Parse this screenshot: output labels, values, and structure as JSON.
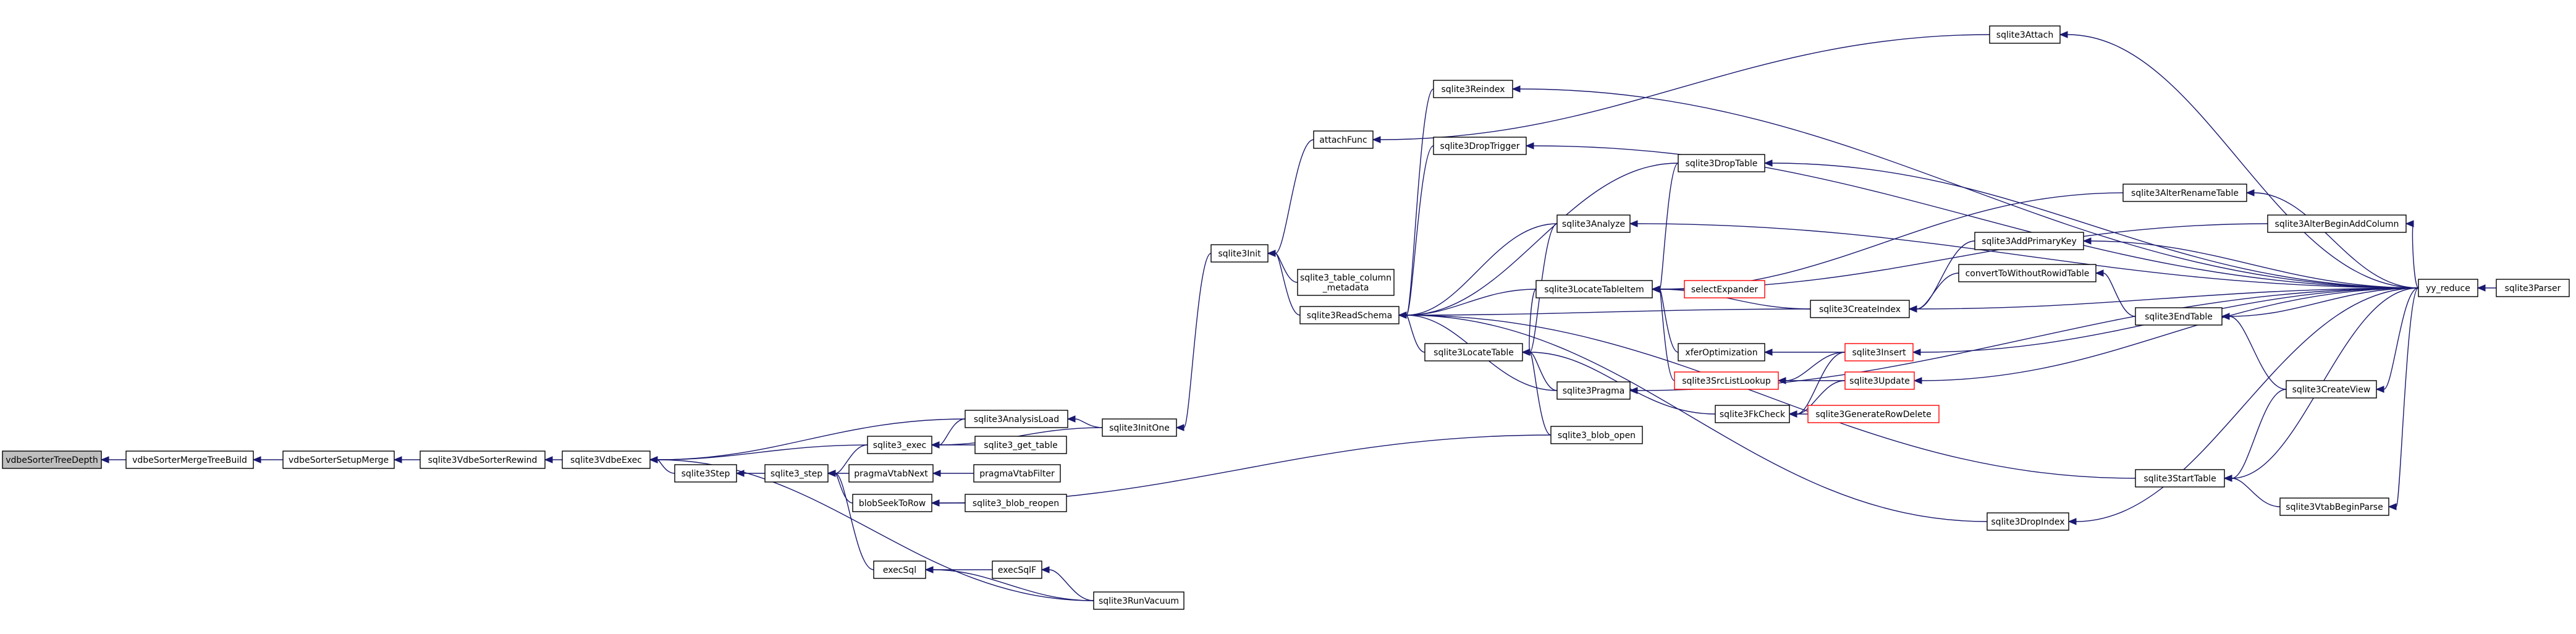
{
  "graph": {
    "root": "vdbeSorterTreeDepth",
    "colors": {
      "edge": "#191970",
      "root_fill": "#bfbfbf",
      "node_border": "#000000",
      "red_border": "#ff0000"
    },
    "nodes": [
      {
        "id": "vdbeSorterTreeDepth",
        "label": [
          "vdbeSorterTreeDepth"
        ]
      },
      {
        "id": "vdbeSorterMergeTreeBuild",
        "label": [
          "vdbeSorterMergeTreeBuild"
        ]
      },
      {
        "id": "vdbeSorterSetupMerge",
        "label": [
          "vdbeSorterSetupMerge"
        ]
      },
      {
        "id": "sqlite3VdbeSorterRewind",
        "label": [
          "sqlite3VdbeSorterRewind"
        ]
      },
      {
        "id": "sqlite3VdbeExec",
        "label": [
          "sqlite3VdbeExec"
        ]
      },
      {
        "id": "sqlite3Step",
        "label": [
          "sqlite3Step"
        ]
      },
      {
        "id": "sqlite3_step",
        "label": [
          "sqlite3_step"
        ]
      },
      {
        "id": "sqlite3_exec",
        "label": [
          "sqlite3_exec"
        ]
      },
      {
        "id": "sqlite3AnalysisLoad",
        "label": [
          "sqlite3AnalysisLoad"
        ]
      },
      {
        "id": "pragmaVtabNext",
        "label": [
          "pragmaVtabNext"
        ]
      },
      {
        "id": "blobSeekToRow",
        "label": [
          "blobSeekToRow"
        ]
      },
      {
        "id": "execSql",
        "label": [
          "execSql"
        ]
      },
      {
        "id": "sqlite3_get_table",
        "label": [
          "sqlite3_get_table"
        ]
      },
      {
        "id": "pragmaVtabFilter",
        "label": [
          "pragmaVtabFilter"
        ]
      },
      {
        "id": "sqlite3_blob_reopen",
        "label": [
          "sqlite3_blob_reopen"
        ]
      },
      {
        "id": "execSqlF",
        "label": [
          "execSqlF"
        ]
      },
      {
        "id": "sqlite3RunVacuum",
        "label": [
          "sqlite3RunVacuum"
        ]
      },
      {
        "id": "sqlite3InitOne",
        "label": [
          "sqlite3InitOne"
        ]
      },
      {
        "id": "sqlite3Init",
        "label": [
          "sqlite3Init"
        ]
      },
      {
        "id": "attachFunc",
        "label": [
          "attachFunc"
        ]
      },
      {
        "id": "sqlite3_table_column_metadata",
        "label": [
          "sqlite3_table_column",
          "_metadata"
        ]
      },
      {
        "id": "sqlite3ReadSchema",
        "label": [
          "sqlite3ReadSchema"
        ]
      },
      {
        "id": "sqlite3Reindex",
        "label": [
          "sqlite3Reindex"
        ]
      },
      {
        "id": "sqlite3DropTrigger",
        "label": [
          "sqlite3DropTrigger"
        ]
      },
      {
        "id": "sqlite3Analyze",
        "label": [
          "sqlite3Analyze"
        ]
      },
      {
        "id": "sqlite3LocateTableItem",
        "label": [
          "sqlite3LocateTableItem"
        ]
      },
      {
        "id": "sqlite3LocateTable",
        "label": [
          "sqlite3LocateTable"
        ]
      },
      {
        "id": "sqlite3Pragma",
        "label": [
          "sqlite3Pragma"
        ]
      },
      {
        "id": "sqlite3_blob_open",
        "label": [
          "sqlite3_blob_open"
        ]
      },
      {
        "id": "sqlite3DropTable",
        "label": [
          "sqlite3DropTable"
        ]
      },
      {
        "id": "selectExpander",
        "label": [
          "selectExpander"
        ],
        "red": true
      },
      {
        "id": "xferOptimization",
        "label": [
          "xferOptimization"
        ]
      },
      {
        "id": "sqlite3SrcListLookup",
        "label": [
          "sqlite3SrcListLookup"
        ],
        "red": true
      },
      {
        "id": "sqlite3FkCheck",
        "label": [
          "sqlite3FkCheck"
        ]
      },
      {
        "id": "sqlite3Attach",
        "label": [
          "sqlite3Attach"
        ]
      },
      {
        "id": "sqlite3AlterRenameTable",
        "label": [
          "sqlite3AlterRenameTable"
        ]
      },
      {
        "id": "sqlite3AlterBeginAddColumn",
        "label": [
          "sqlite3AlterBeginAddColumn"
        ]
      },
      {
        "id": "sqlite3CreateIndex",
        "label": [
          "sqlite3CreateIndex"
        ]
      },
      {
        "id": "sqlite3Insert",
        "label": [
          "sqlite3Insert"
        ],
        "red": true
      },
      {
        "id": "sqlite3Update",
        "label": [
          "sqlite3Update"
        ],
        "red": true
      },
      {
        "id": "sqlite3GenerateRowDelete",
        "label": [
          "sqlite3GenerateRowDelete"
        ],
        "red": true
      },
      {
        "id": "sqlite3StartTable",
        "label": [
          "sqlite3StartTable"
        ]
      },
      {
        "id": "sqlite3DropIndex",
        "label": [
          "sqlite3DropIndex"
        ]
      },
      {
        "id": "sqlite3AddPrimaryKey",
        "label": [
          "sqlite3AddPrimaryKey"
        ]
      },
      {
        "id": "convertToWithoutRowidTable",
        "label": [
          "convertToWithoutRowidTable"
        ]
      },
      {
        "id": "sqlite3EndTable",
        "label": [
          "sqlite3EndTable"
        ]
      },
      {
        "id": "sqlite3CreateView",
        "label": [
          "sqlite3CreateView"
        ]
      },
      {
        "id": "sqlite3VtabBeginParse",
        "label": [
          "sqlite3VtabBeginParse"
        ]
      },
      {
        "id": "yy_reduce",
        "label": [
          "yy_reduce"
        ]
      },
      {
        "id": "sqlite3Parser",
        "label": [
          "sqlite3Parser"
        ]
      }
    ],
    "edges": [
      [
        "vdbeSorterMergeTreeBuild",
        "vdbeSorterTreeDepth"
      ],
      [
        "vdbeSorterSetupMerge",
        "vdbeSorterMergeTreeBuild"
      ],
      [
        "sqlite3VdbeSorterRewind",
        "vdbeSorterSetupMerge"
      ],
      [
        "sqlite3VdbeExec",
        "sqlite3VdbeSorterRewind"
      ],
      [
        "sqlite3Step",
        "sqlite3VdbeExec"
      ],
      [
        "sqlite3_exec",
        "sqlite3VdbeExec"
      ],
      [
        "sqlite3AnalysisLoad",
        "sqlite3VdbeExec"
      ],
      [
        "sqlite3RunVacuum",
        "sqlite3VdbeExec"
      ],
      [
        "sqlite3_step",
        "sqlite3Step"
      ],
      [
        "sqlite3_exec",
        "sqlite3_step"
      ],
      [
        "pragmaVtabNext",
        "sqlite3_step"
      ],
      [
        "blobSeekToRow",
        "sqlite3_step"
      ],
      [
        "execSql",
        "sqlite3_step"
      ],
      [
        "sqlite3AnalysisLoad",
        "sqlite3_exec"
      ],
      [
        "sqlite3_get_table",
        "sqlite3_exec"
      ],
      [
        "sqlite3InitOne",
        "sqlite3_exec"
      ],
      [
        "sqlite3InitOne",
        "sqlite3AnalysisLoad"
      ],
      [
        "pragmaVtabFilter",
        "pragmaVtabNext"
      ],
      [
        "sqlite3_blob_reopen",
        "blobSeekToRow"
      ],
      [
        "sqlite3_blob_open",
        "blobSeekToRow"
      ],
      [
        "execSqlF",
        "execSql"
      ],
      [
        "sqlite3RunVacuum",
        "execSql"
      ],
      [
        "sqlite3RunVacuum",
        "execSqlF"
      ],
      [
        "sqlite3Init",
        "sqlite3InitOne"
      ],
      [
        "attachFunc",
        "sqlite3Init"
      ],
      [
        "sqlite3_table_column_metadata",
        "sqlite3Init"
      ],
      [
        "sqlite3ReadSchema",
        "sqlite3Init"
      ],
      [
        "sqlite3Attach",
        "attachFunc"
      ],
      [
        "sqlite3Reindex",
        "sqlite3ReadSchema"
      ],
      [
        "sqlite3DropTrigger",
        "sqlite3ReadSchema"
      ],
      [
        "sqlite3Analyze",
        "sqlite3ReadSchema"
      ],
      [
        "sqlite3LocateTableItem",
        "sqlite3ReadSchema"
      ],
      [
        "sqlite3LocateTable",
        "sqlite3ReadSchema"
      ],
      [
        "sqlite3Pragma",
        "sqlite3ReadSchema"
      ],
      [
        "sqlite3DropTable",
        "sqlite3ReadSchema"
      ],
      [
        "sqlite3CreateIndex",
        "sqlite3ReadSchema"
      ],
      [
        "sqlite3StartTable",
        "sqlite3ReadSchema"
      ],
      [
        "sqlite3DropIndex",
        "sqlite3ReadSchema"
      ],
      [
        "sqlite3LocateTableItem",
        "sqlite3LocateTable"
      ],
      [
        "sqlite3Analyze",
        "sqlite3LocateTable"
      ],
      [
        "sqlite3Pragma",
        "sqlite3LocateTable"
      ],
      [
        "sqlite3_blob_open",
        "sqlite3LocateTable"
      ],
      [
        "sqlite3FkCheck",
        "sqlite3LocateTable"
      ],
      [
        "sqlite3DropTable",
        "sqlite3LocateTableItem"
      ],
      [
        "selectExpander",
        "sqlite3LocateTableItem"
      ],
      [
        "xferOptimization",
        "sqlite3LocateTableItem"
      ],
      [
        "sqlite3SrcListLookup",
        "sqlite3LocateTableItem"
      ],
      [
        "sqlite3AlterRenameTable",
        "sqlite3LocateTableItem"
      ],
      [
        "sqlite3AlterBeginAddColumn",
        "sqlite3LocateTableItem"
      ],
      [
        "sqlite3CreateIndex",
        "sqlite3LocateTableItem"
      ],
      [
        "sqlite3Insert",
        "xferOptimization"
      ],
      [
        "sqlite3Insert",
        "sqlite3SrcListLookup"
      ],
      [
        "sqlite3Update",
        "sqlite3SrcListLookup"
      ],
      [
        "sqlite3Insert",
        "sqlite3FkCheck"
      ],
      [
        "sqlite3Update",
        "sqlite3FkCheck"
      ],
      [
        "sqlite3GenerateRowDelete",
        "sqlite3FkCheck"
      ],
      [
        "sqlite3AddPrimaryKey",
        "sqlite3CreateIndex"
      ],
      [
        "convertToWithoutRowidTable",
        "sqlite3CreateIndex"
      ],
      [
        "sqlite3EndTable",
        "convertToWithoutRowidTable"
      ],
      [
        "sqlite3CreateView",
        "sqlite3EndTable"
      ],
      [
        "sqlite3CreateView",
        "sqlite3StartTable"
      ],
      [
        "sqlite3VtabBeginParse",
        "sqlite3StartTable"
      ],
      [
        "yy_reduce",
        "sqlite3Attach"
      ],
      [
        "yy_reduce",
        "sqlite3Reindex"
      ],
      [
        "yy_reduce",
        "sqlite3DropTrigger"
      ],
      [
        "yy_reduce",
        "sqlite3Analyze"
      ],
      [
        "yy_reduce",
        "sqlite3DropTable"
      ],
      [
        "yy_reduce",
        "sqlite3AlterRenameTable"
      ],
      [
        "yy_reduce",
        "sqlite3AlterBeginAddColumn"
      ],
      [
        "yy_reduce",
        "sqlite3CreateIndex"
      ],
      [
        "yy_reduce",
        "sqlite3AddPrimaryKey"
      ],
      [
        "yy_reduce",
        "sqlite3EndTable"
      ],
      [
        "yy_reduce",
        "sqlite3Insert"
      ],
      [
        "yy_reduce",
        "sqlite3Update"
      ],
      [
        "yy_reduce",
        "sqlite3Pragma"
      ],
      [
        "yy_reduce",
        "sqlite3CreateView"
      ],
      [
        "yy_reduce",
        "sqlite3StartTable"
      ],
      [
        "yy_reduce",
        "sqlite3VtabBeginParse"
      ],
      [
        "yy_reduce",
        "sqlite3DropIndex"
      ],
      [
        "sqlite3Parser",
        "yy_reduce"
      ]
    ]
  }
}
